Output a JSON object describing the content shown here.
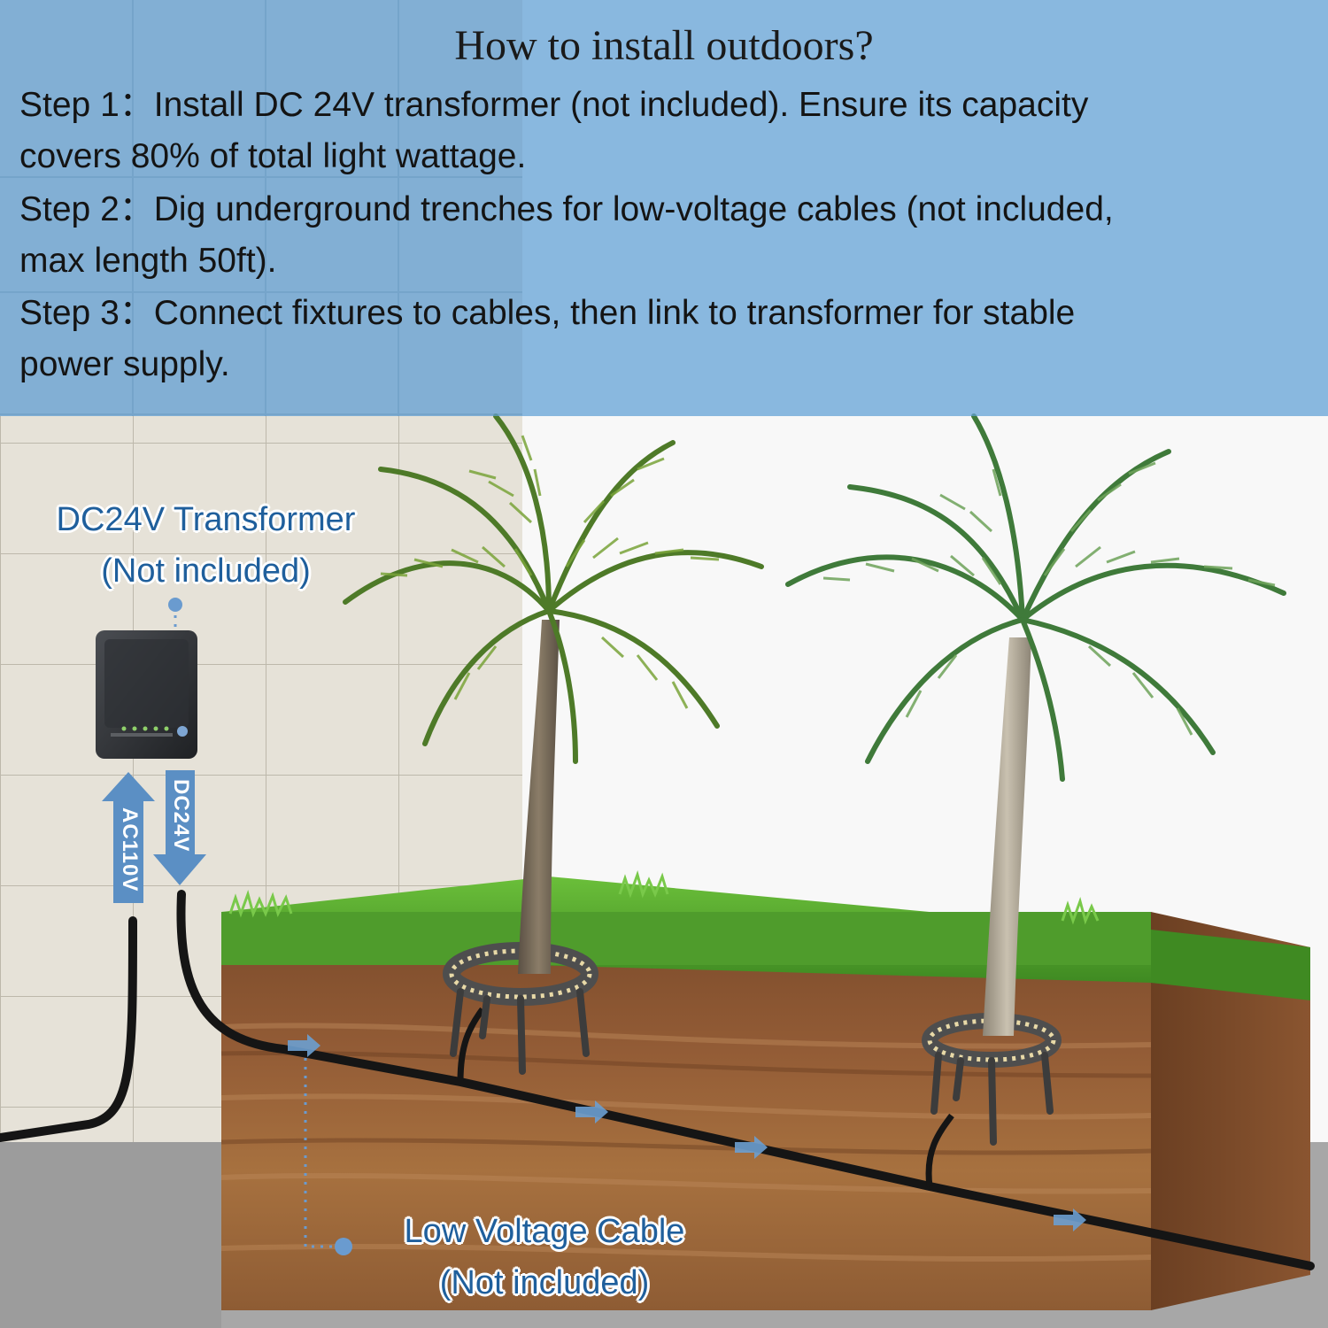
{
  "header": {
    "title": "How to install outdoors?",
    "steps": [
      {
        "line1": "Step 1：Install DC 24V transformer (not included). Ensure its capacity",
        "line2": "covers 80% of total light wattage."
      },
      {
        "line1": "Step 2：Dig underground trenches for low-voltage cables (not included,",
        "line2": "max length 50ft)."
      },
      {
        "line1": "Step 3：Connect fixtures to cables, then link to transformer for stable",
        "line2": "power supply."
      }
    ]
  },
  "callouts": {
    "transformer": {
      "line1": "DC24V Transformer",
      "line2": "(Not included)"
    },
    "cable": {
      "line1": "Low Voltage Cable",
      "line2": "(Not included)"
    }
  },
  "arrows": {
    "input": "AC110V",
    "output": "DC24V"
  },
  "colors": {
    "header_overlay": "#5f9fd6",
    "callout_text": "#1f5f9c",
    "arrow": "#5b8fc4",
    "grass": "#4e9b2c",
    "soil": "#8a5a35",
    "wall": "#e3e0d6",
    "ground": "#a6a6a6"
  }
}
